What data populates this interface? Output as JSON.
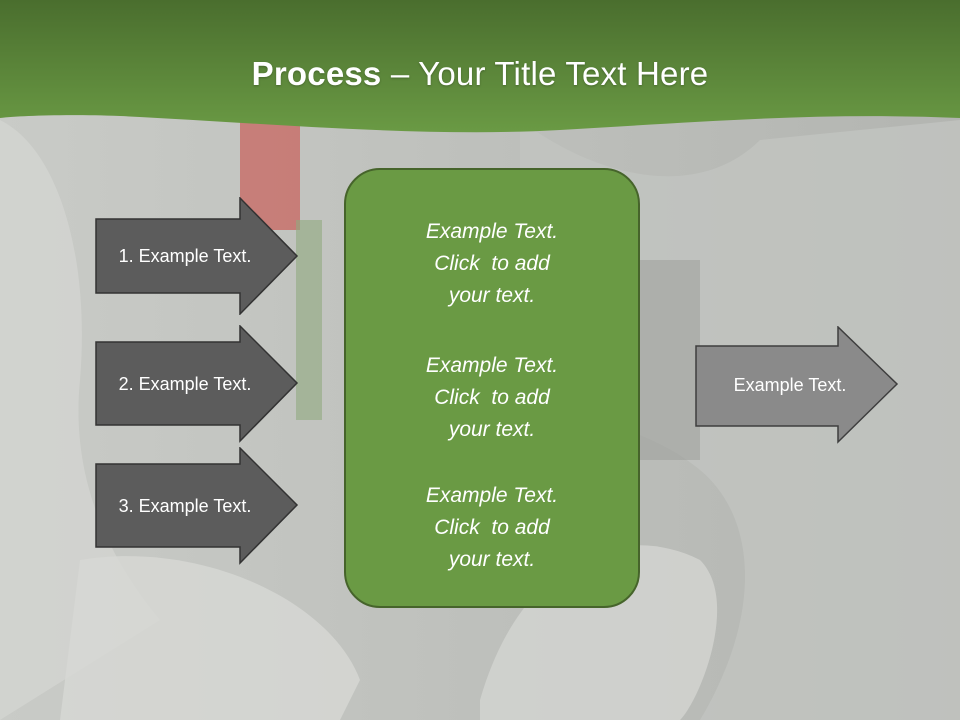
{
  "slide": {
    "title": {
      "bold": "Process",
      "rest": " – Your Title Text Here"
    },
    "inputs": [
      {
        "label": "1. Example Text."
      },
      {
        "label": "2. Example Text."
      },
      {
        "label": "3. Example Text."
      }
    ],
    "center_paragraphs": [
      {
        "line1": "Example Text.",
        "line2": "Click  to add",
        "line3": "your text."
      },
      {
        "line1": "Example Text.",
        "line2": "Click  to add",
        "line3": "your text."
      },
      {
        "line1": "Example Text.",
        "line2": "Click  to add",
        "line3": "your text."
      }
    ],
    "output": {
      "label": "Example Text."
    }
  },
  "colors": {
    "header_green": "#5f8f3c",
    "input_arrow": "#5c5c5c",
    "output_arrow": "#8a8a8a",
    "center_box": "#6a9a44"
  }
}
